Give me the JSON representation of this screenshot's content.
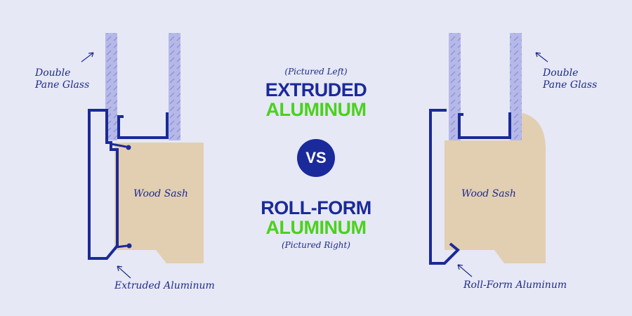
{
  "center": {
    "left_note": "(Pictured Left)",
    "extruded_line1": "EXTRUDED",
    "extruded_line2": "ALUMINUM",
    "vs": "VS",
    "rollform_line1": "ROLL-FORM",
    "rollform_line2": "ALUMINUM",
    "right_note": "(Pictured Right)"
  },
  "left_diagram": {
    "glass_label_line1": "Double",
    "glass_label_line2": "Pane Glass",
    "sash_label": "Wood Sash",
    "frame_label": "Extruded Aluminum"
  },
  "right_diagram": {
    "glass_label_line1": "Double",
    "glass_label_line2": "Pane Glass",
    "sash_label": "Wood Sash",
    "frame_label": "Roll-Form Aluminum"
  },
  "colors": {
    "background": "#e6e8f5",
    "navy": "#1a2a9a",
    "green": "#4bd11e",
    "wood": "#e2cfb2",
    "glass": "#b6b9e8"
  }
}
